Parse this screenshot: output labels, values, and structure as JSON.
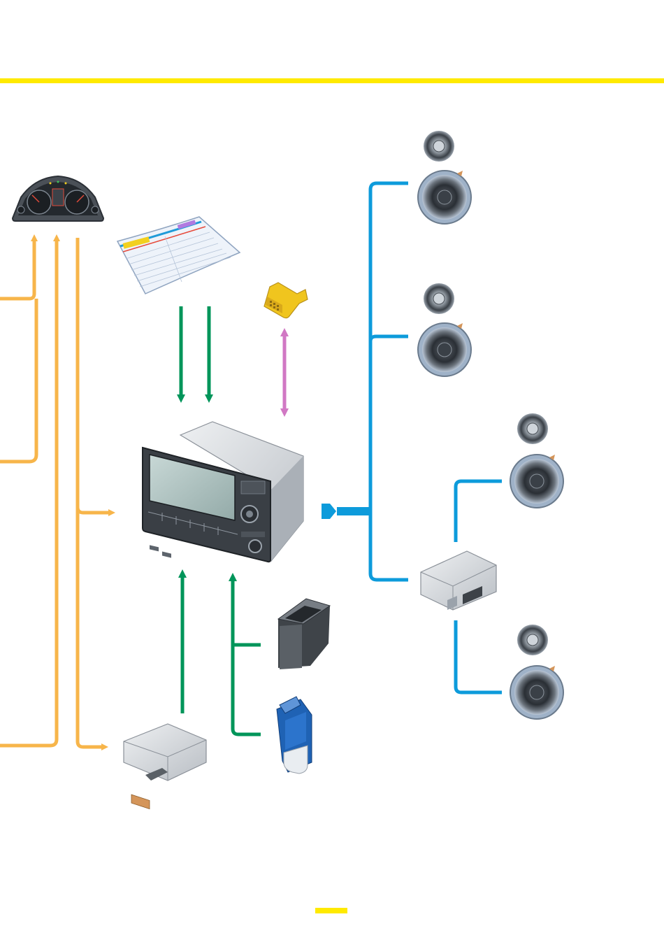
{
  "colors": {
    "accent_bar": "#ffea00",
    "line_orange": "#f7b54a",
    "line_green": "#00955a",
    "line_pink": "#d178c4",
    "line_blue": "#0d9bdb",
    "device_grey": "#c9cdd3",
    "screen": "#b4c8c6",
    "connector_yellow": "#f0c51e",
    "usb_blue": "#1f62b4"
  },
  "components": [
    {
      "name": "instrument-cluster",
      "icon": "instrument-cluster-icon"
    },
    {
      "name": "windscreen-antenna",
      "icon": "windscreen-icon"
    },
    {
      "name": "diagnostic-connector",
      "icon": "connector-icon"
    },
    {
      "name": "infotainment-head-unit",
      "icon": "head-unit-icon"
    },
    {
      "name": "aux-input-module",
      "icon": "aux-socket-icon"
    },
    {
      "name": "usb-input-module",
      "icon": "usb-socket-icon"
    },
    {
      "name": "control-unit",
      "icon": "control-unit-icon"
    },
    {
      "name": "audio-amplifier",
      "icon": "amplifier-icon"
    },
    {
      "name": "speaker-set",
      "icon": "speaker-icon",
      "count": 4
    }
  ]
}
